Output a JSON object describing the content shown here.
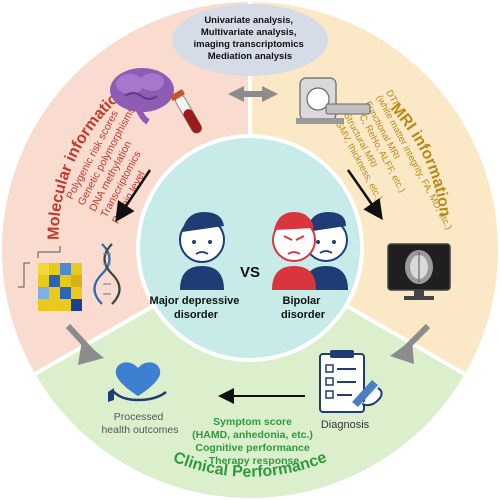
{
  "top_methods": {
    "lines": [
      "Univariate analysis,",
      "Multivariate analysis,",
      "imaging transcriptomics",
      "Mediation analysis"
    ]
  },
  "molecular": {
    "title": "Molecular information",
    "items": [
      "Polygenic risk scores",
      "Genetic polymorphisms",
      "DNA methylation",
      "Transcriptomics",
      "Protein level"
    ]
  },
  "mri": {
    "title": "MRI information",
    "items": [
      "DTI",
      "(white matter integrity, FA, MD, etc.)",
      "Functional MRI",
      "(FC, ReHo, ALFF, etc.)",
      "Structural MRI",
      "(GMV, thickness, etc.)"
    ]
  },
  "center": {
    "vs": "VS",
    "left_label": [
      "Major depressive",
      "disorder"
    ],
    "right_label": [
      "Bipolar",
      "disorder"
    ]
  },
  "clinical": {
    "title": "Clinical Performance",
    "diagnosis": "Diagnosis",
    "outcomes": [
      "Processed",
      "health outcomes"
    ],
    "measures": [
      "Symptom score",
      "(HAMD, anhedonia, etc.)",
      "Cognitive performance",
      "Therapy response"
    ]
  },
  "colors": {
    "molecular_bg": "#f9dccf",
    "mri_bg": "#fbe8c6",
    "clinical_bg": "#dcefcd",
    "center_bg": "#c6ebe9",
    "molecular_text": "#c0392b",
    "mri_text": "#b58a16",
    "clinical_text": "#2e9a3e",
    "arrow_gray": "#8c8c8c",
    "methods_bg": "#d6dbe8"
  }
}
